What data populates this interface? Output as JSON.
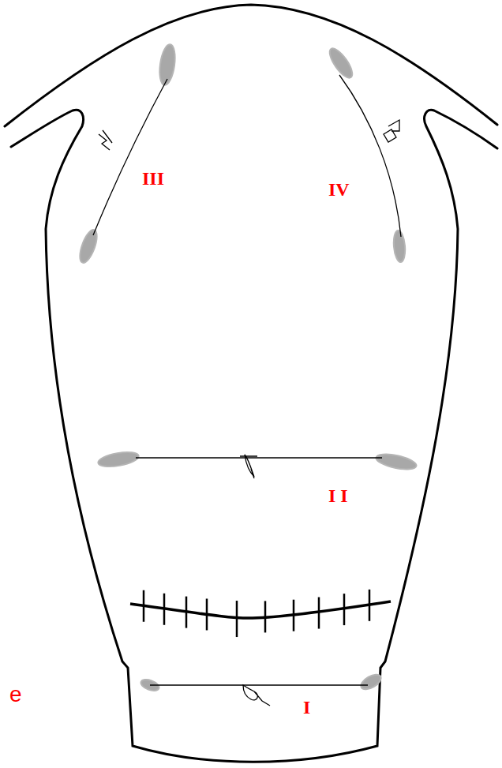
{
  "diagram": {
    "labels": [
      "III",
      "IV",
      "I I",
      "e",
      "I"
    ]
  }
}
